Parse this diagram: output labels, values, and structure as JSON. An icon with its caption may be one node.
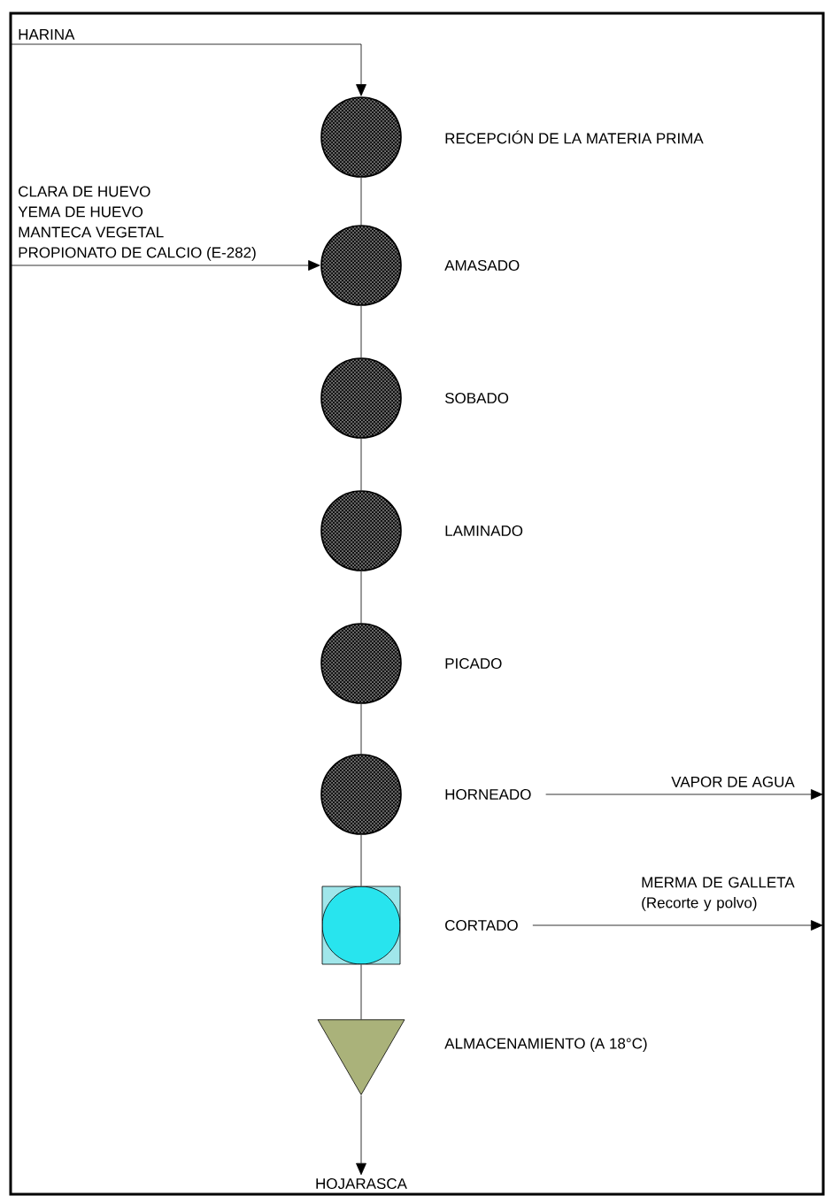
{
  "diagram": {
    "nodes": [
      {
        "text": [
          "HARINA"
        ]
      },
      {
        "text": [
          "CLARA DE HUEVO",
          "YEMA DE HUEVO",
          "MANTECA VEGETAL",
          "PROPIONATO DE CALCIO (E-282)"
        ]
      },
      {
        "text": [],
        "shape": "circle",
        "beside": [
          "RECEPCIÓN DE LA MATERIA PRIMA"
        ]
      },
      {
        "text": [],
        "shape": "circle",
        "beside": [
          "AMASADO"
        ]
      },
      {
        "text": [],
        "shape": "circle",
        "beside": [
          "SOBADO"
        ]
      },
      {
        "text": [],
        "shape": "circle",
        "beside": [
          "LAMINADO"
        ]
      },
      {
        "text": [],
        "shape": "circle",
        "beside": [
          "PICADO"
        ]
      },
      {
        "text": [],
        "shape": "circle",
        "beside": [
          "HORNEADO"
        ]
      },
      {
        "text": [],
        "shape": "box",
        "beside": [
          "CORTADO"
        ]
      },
      {
        "text": [],
        "shape": "triangle",
        "beside": [
          "ALMACENAMIENTO (A 18°C)"
        ]
      },
      {
        "text": [
          "HOJARASCA"
        ]
      }
    ],
    "edges": [
      {
        "from": 0,
        "to": 2,
        "arrow": "to"
      },
      {
        "from": 1,
        "to": 3,
        "arrow": "to"
      },
      {
        "from": 2,
        "to": 3,
        "arrow": "none"
      },
      {
        "from": 3,
        "to": 4,
        "arrow": "none"
      },
      {
        "from": 4,
        "to": 5,
        "arrow": "none"
      },
      {
        "from": 5,
        "to": 6,
        "arrow": "none"
      },
      {
        "from": 6,
        "to": 7,
        "arrow": "none"
      },
      {
        "from": 7,
        "to": 8,
        "arrow": "none"
      },
      {
        "from": 8,
        "to": 9,
        "arrow": "none"
      },
      {
        "from": 9,
        "to": 10,
        "arrow": "to"
      },
      {
        "from": 7,
        "to": null,
        "arrow": "to",
        "label": "VAPOR DE AGUA"
      },
      {
        "from": 8,
        "to": null,
        "arrow": "to",
        "label": "MERMA DE GALLETA (Recorte y polvo)"
      }
    ]
  }
}
